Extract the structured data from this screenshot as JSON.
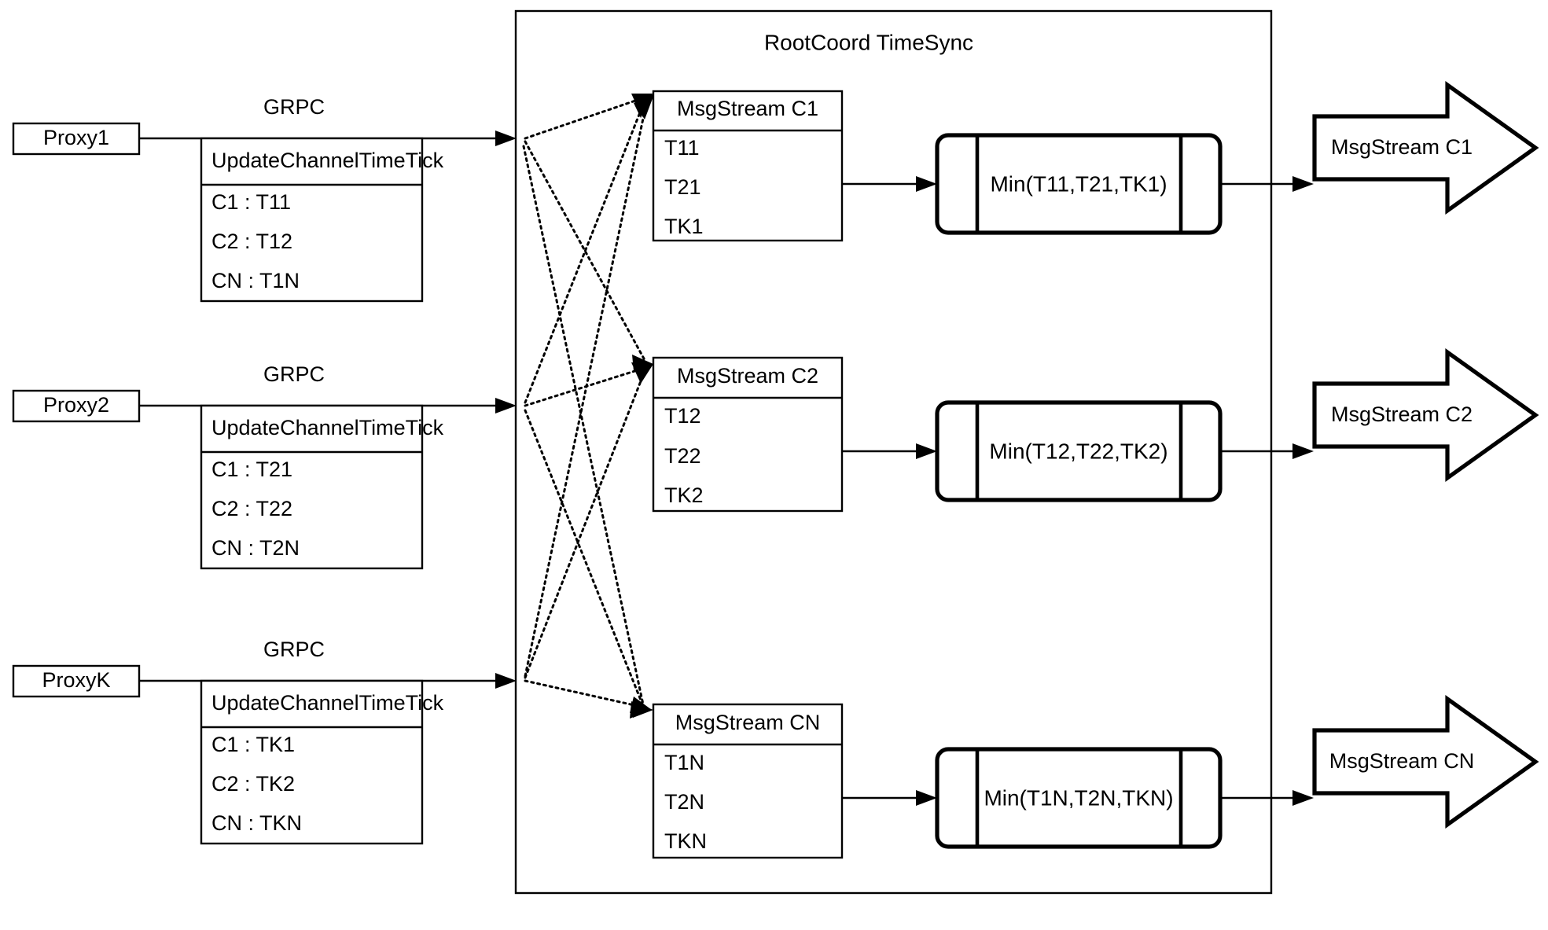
{
  "diagram": {
    "title": "RootCoord TimeSync",
    "container_label": "rootcoord-timesync-boundary",
    "colors": {
      "stroke": "#000000",
      "background": "#ffffff"
    },
    "rows": [
      {
        "proxy": "Proxy1",
        "link_label": "GRPC",
        "request": {
          "header": "UpdateChannelTimeTick",
          "entries": [
            "C1 :  T11",
            "C2 :  T12",
            "CN : T1N"
          ]
        },
        "msgstream": {
          "header": "MsgStream C1",
          "entries": [
            "T11",
            "T21",
            "TK1"
          ]
        },
        "aggregate": "Min(T11,T21,TK1)",
        "output": "MsgStream C1"
      },
      {
        "proxy": "Proxy2",
        "link_label": "GRPC",
        "request": {
          "header": "UpdateChannelTimeTick",
          "entries": [
            "C1 :  T21",
            "C2 :  T22",
            "CN : T2N"
          ]
        },
        "msgstream": {
          "header": "MsgStream C2",
          "entries": [
            "T12",
            "T22",
            "TK2"
          ]
        },
        "aggregate": "Min(T12,T22,TK2)",
        "output": "MsgStream C2"
      },
      {
        "proxy": "ProxyK",
        "link_label": "GRPC",
        "request": {
          "header": "UpdateChannelTimeTick",
          "entries": [
            "C1 :  TK1",
            "C2 :  TK2",
            "CN : TKN"
          ]
        },
        "msgstream": {
          "header": "MsgStream CN",
          "entries": [
            "T1N",
            "T2N",
            "TKN"
          ]
        },
        "aggregate": "Min(T1N,T2N,TKN)",
        "output": "MsgStream CN"
      }
    ]
  }
}
